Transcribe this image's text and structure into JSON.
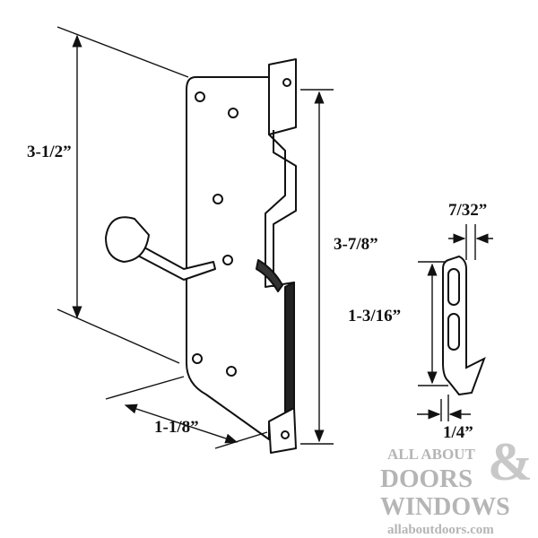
{
  "diagram": {
    "dimensions": {
      "overall_height": "3-1/2”",
      "hook_height": "3-7/8”",
      "width": "1-1/8”",
      "keeper_thickness": "7/32”",
      "keeper_height": "1-3/16”",
      "keeper_width": "1/4”"
    }
  },
  "watermark": {
    "line1": "ALL ABOUT",
    "line2": "DOORS",
    "ampersand": "&",
    "line3": "WINDOWS",
    "url": "allaboutdoors.com"
  }
}
